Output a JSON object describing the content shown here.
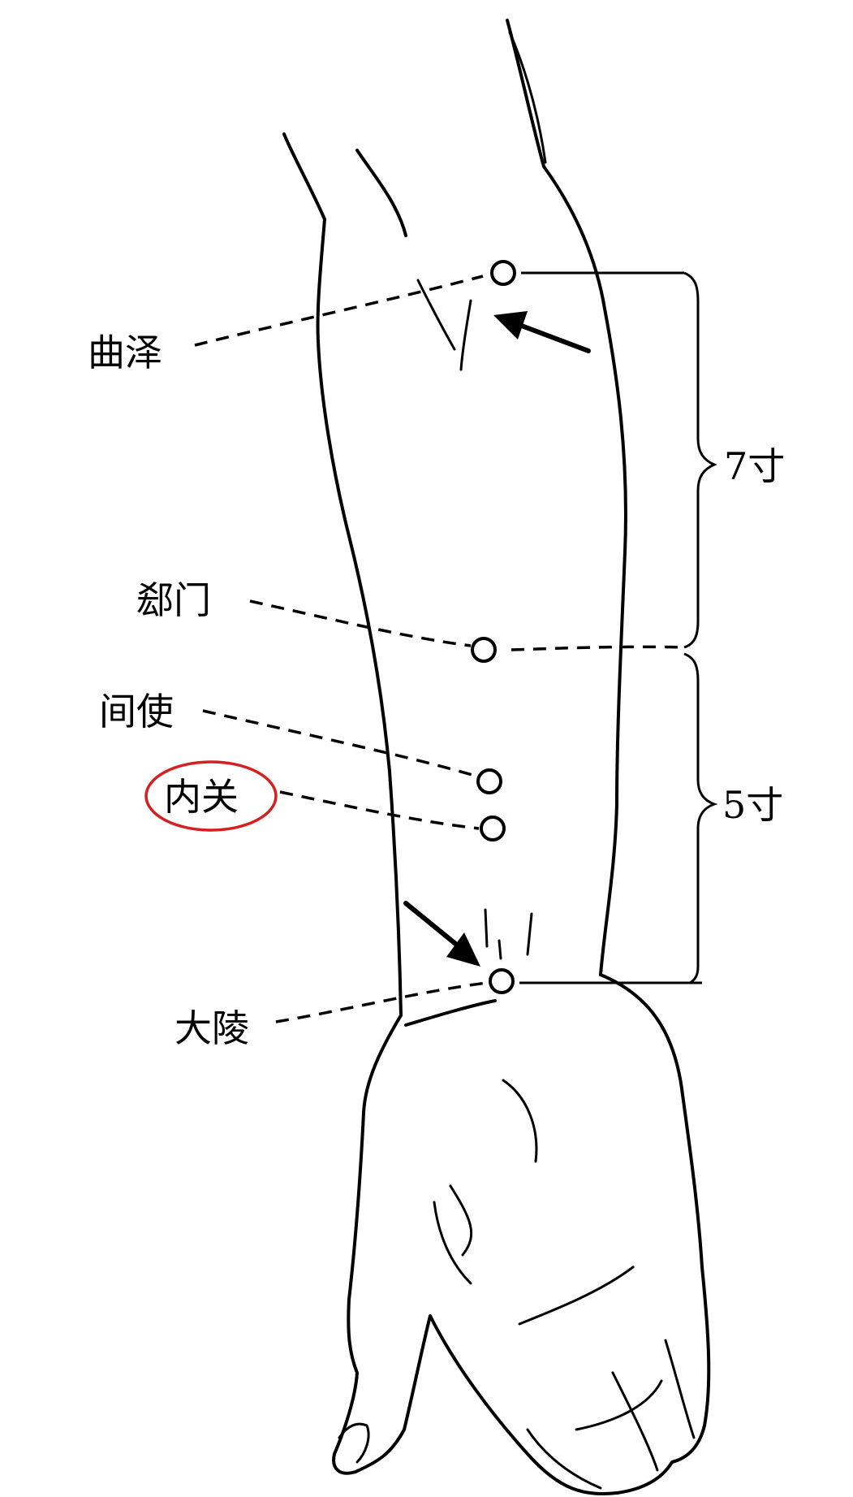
{
  "colors": {
    "ink": "#000000",
    "highlight": "#d42020",
    "background": "#ffffff"
  },
  "points": {
    "quze": "曲泽",
    "ximen": "郄门",
    "jianshi": "间使",
    "neiguan": "内关",
    "daling": "大陵"
  },
  "measures": {
    "upper": "7寸",
    "lower": "5寸"
  }
}
